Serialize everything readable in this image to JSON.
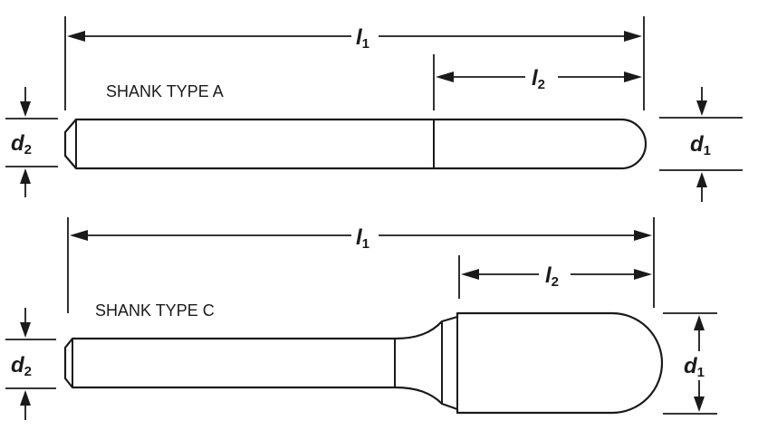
{
  "diagram": {
    "shank_a": {
      "label": "SHANK TYPE A",
      "l1": {
        "symbol": "l",
        "sub": "1"
      },
      "l2": {
        "symbol": "l",
        "sub": "2"
      },
      "d1": {
        "symbol": "d",
        "sub": "1"
      },
      "d2": {
        "symbol": "d",
        "sub": "2"
      }
    },
    "shank_c": {
      "label": "SHANK TYPE C",
      "l1": {
        "symbol": "l",
        "sub": "1"
      },
      "l2": {
        "symbol": "l",
        "sub": "2"
      },
      "d1": {
        "symbol": "d",
        "sub": "1"
      },
      "d2": {
        "symbol": "d",
        "sub": "2"
      }
    }
  }
}
